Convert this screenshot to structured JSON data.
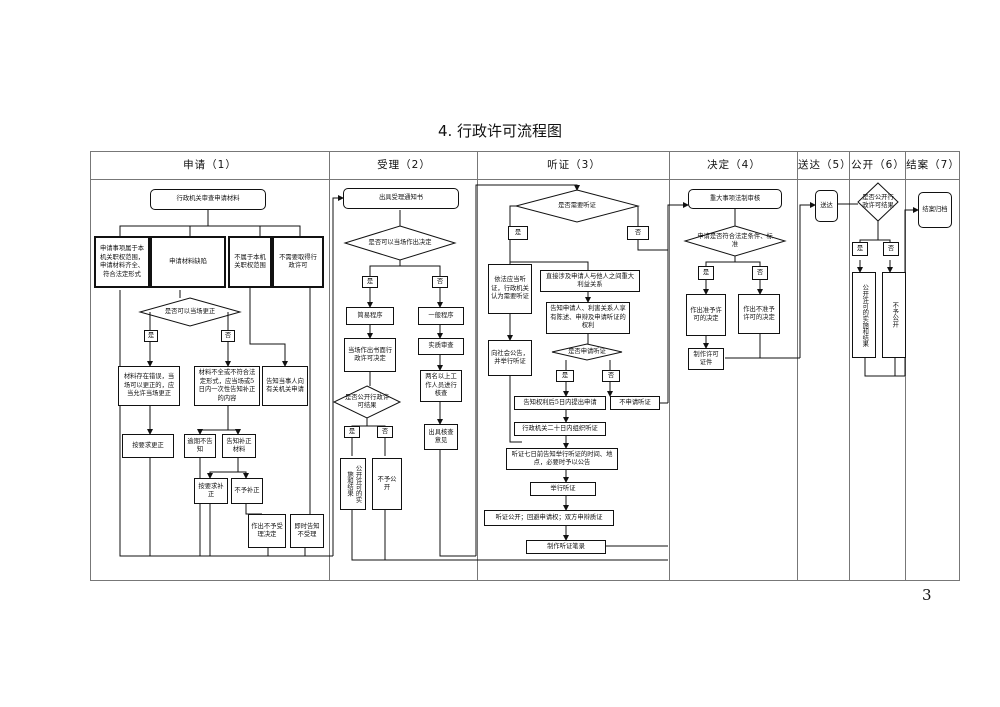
{
  "title": "4. 行政许可流程图",
  "page_number": "3",
  "columns": [
    {
      "label": "申请（1）"
    },
    {
      "label": "受理（2）"
    },
    {
      "label": "听证（3）"
    },
    {
      "label": "决定（4）"
    },
    {
      "label": "送达（5）"
    },
    {
      "label": "公开（6）"
    },
    {
      "label": "结案（7）"
    }
  ],
  "nodes": {
    "apply_submit": "行政机关审查申请材料",
    "apply_in_scope": "申请事项属于本机关职权范围，申请材料齐全、符合法定形式",
    "apply_missing": "申请材料缺陷",
    "apply_out_scope": "不属于本机关职权范围",
    "apply_no_permit": "不需要取得行政许可",
    "apply_q_fix": "是否可以当场更正",
    "apply_yes1": "是",
    "apply_no1": "否",
    "apply_fix_onsite": "材料存在错误，当场可以更正的，应当允许当场更正",
    "apply_notify_once": "材料不全或不符合法定形式，应当场或5日内一次性告知补正的内容",
    "apply_tell_other": "告知当事人向有关机关申请",
    "apply_req_fix": "按要求更正",
    "apply_overdue": "逾期不告知",
    "apply_notify_supp": "告知补正材料",
    "apply_supp_ok": "按要求补正",
    "apply_supp_no": "不予补正",
    "apply_reject_dec": "作出不予受理决定",
    "apply_reject_now": "即时告知不受理",
    "acc_notice": "出具受理通知书",
    "acc_q_onsite": "是否可以当场作出决定",
    "acc_yes": "是",
    "acc_no": "否",
    "acc_simple": "简易程序",
    "acc_general": "一般程序",
    "acc_written": "当场作出书面行政许可决定",
    "acc_review": "实质审查",
    "acc_q_public": "是否公开行政许可结果",
    "acc_two_staff": "两名以上工作人员进行核查",
    "acc_yes2": "是",
    "acc_no2": "否",
    "acc_opinion": "出具核查意见",
    "acc_publish": "公开许可的实施和结果",
    "acc_not_pub": "不予公开",
    "hear_q_need": "是否需要听证",
    "hear_yes": "是",
    "hear_no": "否",
    "hear_law": "依法应当听证，行政机关认为需要听证",
    "hear_interest": "直接涉及申请人与他人之间重大利益关系",
    "hear_notify_right": "告知申请人、利害关系人享有陈述、申辩及申请听证的权利",
    "hear_public": "向社会公告，并举行听证",
    "hear_q_apply": "是否申请听证",
    "hear_yes2": "是",
    "hear_no2": "否",
    "hear_5days": "告知权利后5日内提出申请",
    "hear_no_apply": "不申请听证",
    "hear_20days": "行政机关二十日内组织听证",
    "hear_7days": "听证七日前告知举行听证的时间、地点，必要时予以公告",
    "hear_hold": "举行听证",
    "hear_open": "听证公开；回避申请权；双方申辩质证",
    "hear_record": "制作听证笔录",
    "dec_major": "重大事项法制审核",
    "dec_q_legal": "申请是否符合法定条件、标准",
    "dec_yes": "是",
    "dec_no": "否",
    "dec_grant": "作出准予许可的决定",
    "dec_refuse": "作出不准予许可的决定",
    "dec_cert": "制作许可证件",
    "deliver": "送达",
    "pub_q": "是否公开行政许可结果",
    "pub_yes": "是",
    "pub_no": "否",
    "pub_publish": "公开许可的实施和结果",
    "pub_not": "不予公开",
    "close_archive": "结案归档"
  }
}
